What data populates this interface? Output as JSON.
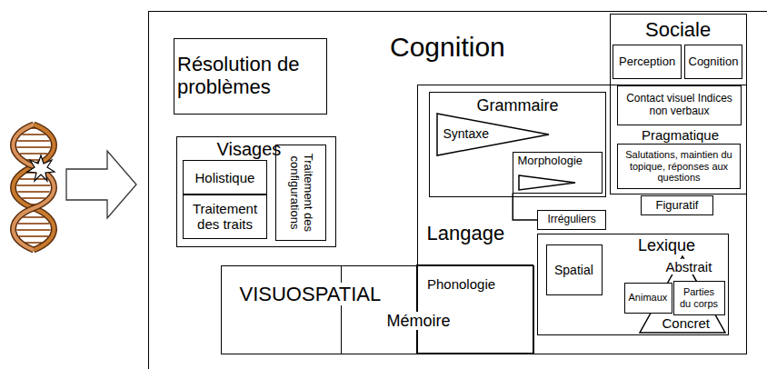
{
  "diagram": {
    "nodes": [
      {
        "text": [
          "Cognition"
        ]
      },
      {
        "text": [
          "Résolution de problèmes"
        ],
        "in": 0
      },
      {
        "text": [
          "Visages"
        ],
        "in": 0
      },
      {
        "text": [
          "Holistique"
        ],
        "in": 2
      },
      {
        "text": [
          "Traitement des traits"
        ],
        "in": 2
      },
      {
        "text": [
          "Traitement des configurations"
        ],
        "in": 2
      },
      {
        "text": [
          "Sociale"
        ],
        "in": 0
      },
      {
        "text": [
          "Perception"
        ],
        "in": 6
      },
      {
        "text": [
          "Cognition"
        ],
        "in": 6
      },
      {
        "text": [
          "Contact visuel Indices non verbaux"
        ],
        "in": 6
      },
      {
        "text": [
          "Salutations, maintien du topique, réponses aux questions"
        ],
        "in": 6
      },
      {
        "text": [
          "Langage"
        ],
        "in": 0
      },
      {
        "text": [
          "Grammaire"
        ],
        "in": 11
      },
      {
        "text": [
          "Syntaxe"
        ],
        "in": 12
      },
      {
        "text": [
          "Morphologie"
        ],
        "in": 12
      },
      {
        "text": [
          "Irréguliers"
        ],
        "in": 11
      },
      {
        "text": [
          "Figuratif"
        ],
        "in": 11
      },
      {
        "text": [
          "Lexique"
        ],
        "in": 11
      },
      {
        "text": [
          "Spatial"
        ],
        "in": 17
      },
      {
        "text": [
          "Abstrait",
          "Concret"
        ],
        "in": 17
      },
      {
        "text": [
          "Animaux"
        ],
        "in": 17
      },
      {
        "text": [
          "Parties du corps"
        ],
        "in": 17
      },
      {
        "text": [
          "Phonologie"
        ],
        "in": 11
      },
      {
        "text": [
          "VISUOSPATIAL"
        ],
        "in": 0
      },
      {
        "text": [
          "Mémoire"
        ],
        "in": 0
      }
    ],
    "edges": [
      {
        "from": 14,
        "to": 15,
        "arrow": "none"
      }
    ],
    "labels": [
      "Pragmatique"
    ]
  }
}
